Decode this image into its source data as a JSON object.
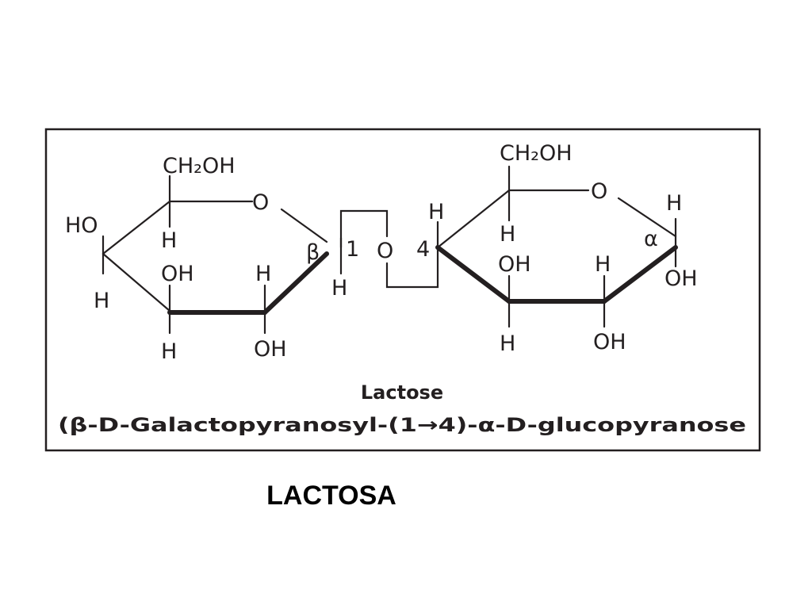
{
  "colors": {
    "magenta": "#d4257a",
    "cyan": "#2aa6de",
    "ink": "#231f20"
  },
  "galactose": {
    "ch2oh": "CH₂OH",
    "ring_o": "O",
    "ho_left": "HO",
    "h_left": "H",
    "h_c5": "H",
    "oh_c4": "OH",
    "h_c3": "H",
    "h_c4": "H",
    "oh_c2": "OH",
    "h_c1": "H"
  },
  "glucose": {
    "ch2oh": "CH₂OH",
    "ring_o": "O",
    "h_c4": "H",
    "h_c5": "H",
    "oh_c3": "OH",
    "h_c2": "H",
    "h_c3": "H",
    "oh_c2": "OH",
    "h_c1": "H",
    "oh_c1": "OH"
  },
  "linkage": {
    "beta": "β",
    "one": "1",
    "oxygen": "O",
    "four": "4",
    "alpha": "α"
  },
  "caption": {
    "title": "Lactose",
    "systematic_name": "(β-D-Galactopyranosyl-(1→4)-α-D-glucopyranose"
  },
  "footer": {
    "label": "LACTOSA"
  }
}
